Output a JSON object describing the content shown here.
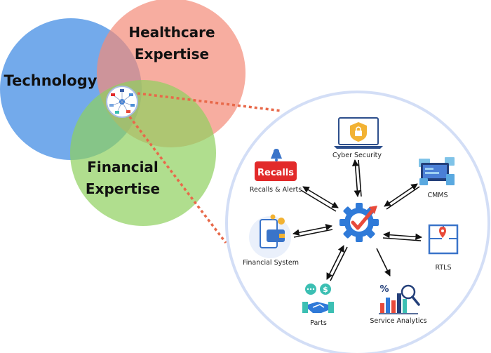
{
  "venn": {
    "technology": {
      "label": "Technology",
      "color": "#5b9be8"
    },
    "healthcare": {
      "label_line1": "Healthcare",
      "label_line2": "Expertise",
      "color": "#f48a78"
    },
    "financial": {
      "label_line1": "Financial",
      "label_line2": "Expertise",
      "color": "#8fd05e"
    }
  },
  "zoom": {
    "ring_color": "#d3def6",
    "connector_color": "#e8694a"
  },
  "hub": {
    "icon": "gear-check-icon",
    "gear_color": "#2f7ad8",
    "check_color": "#e84a3a"
  },
  "nodes": {
    "cyber_security": {
      "label": "Cyber Security",
      "icon": "laptop-shield-icon"
    },
    "recalls_alerts": {
      "label": "Recalls & Alerts",
      "badge": "Recalls",
      "icon": "recalls-bell-icon",
      "badge_color": "#e22a2a"
    },
    "cmms": {
      "label": "CMMS",
      "icon": "cmms-screens-icon"
    },
    "financial_system": {
      "label": "Financial System",
      "icon": "wallet-phone-icon"
    },
    "rtls": {
      "label": "RTLS",
      "icon": "map-pin-icon"
    },
    "parts": {
      "label": "Parts",
      "icon": "handshake-icon"
    },
    "service_analytics": {
      "label": "Service Analytics",
      "icon": "analytics-magnifier-icon"
    }
  }
}
